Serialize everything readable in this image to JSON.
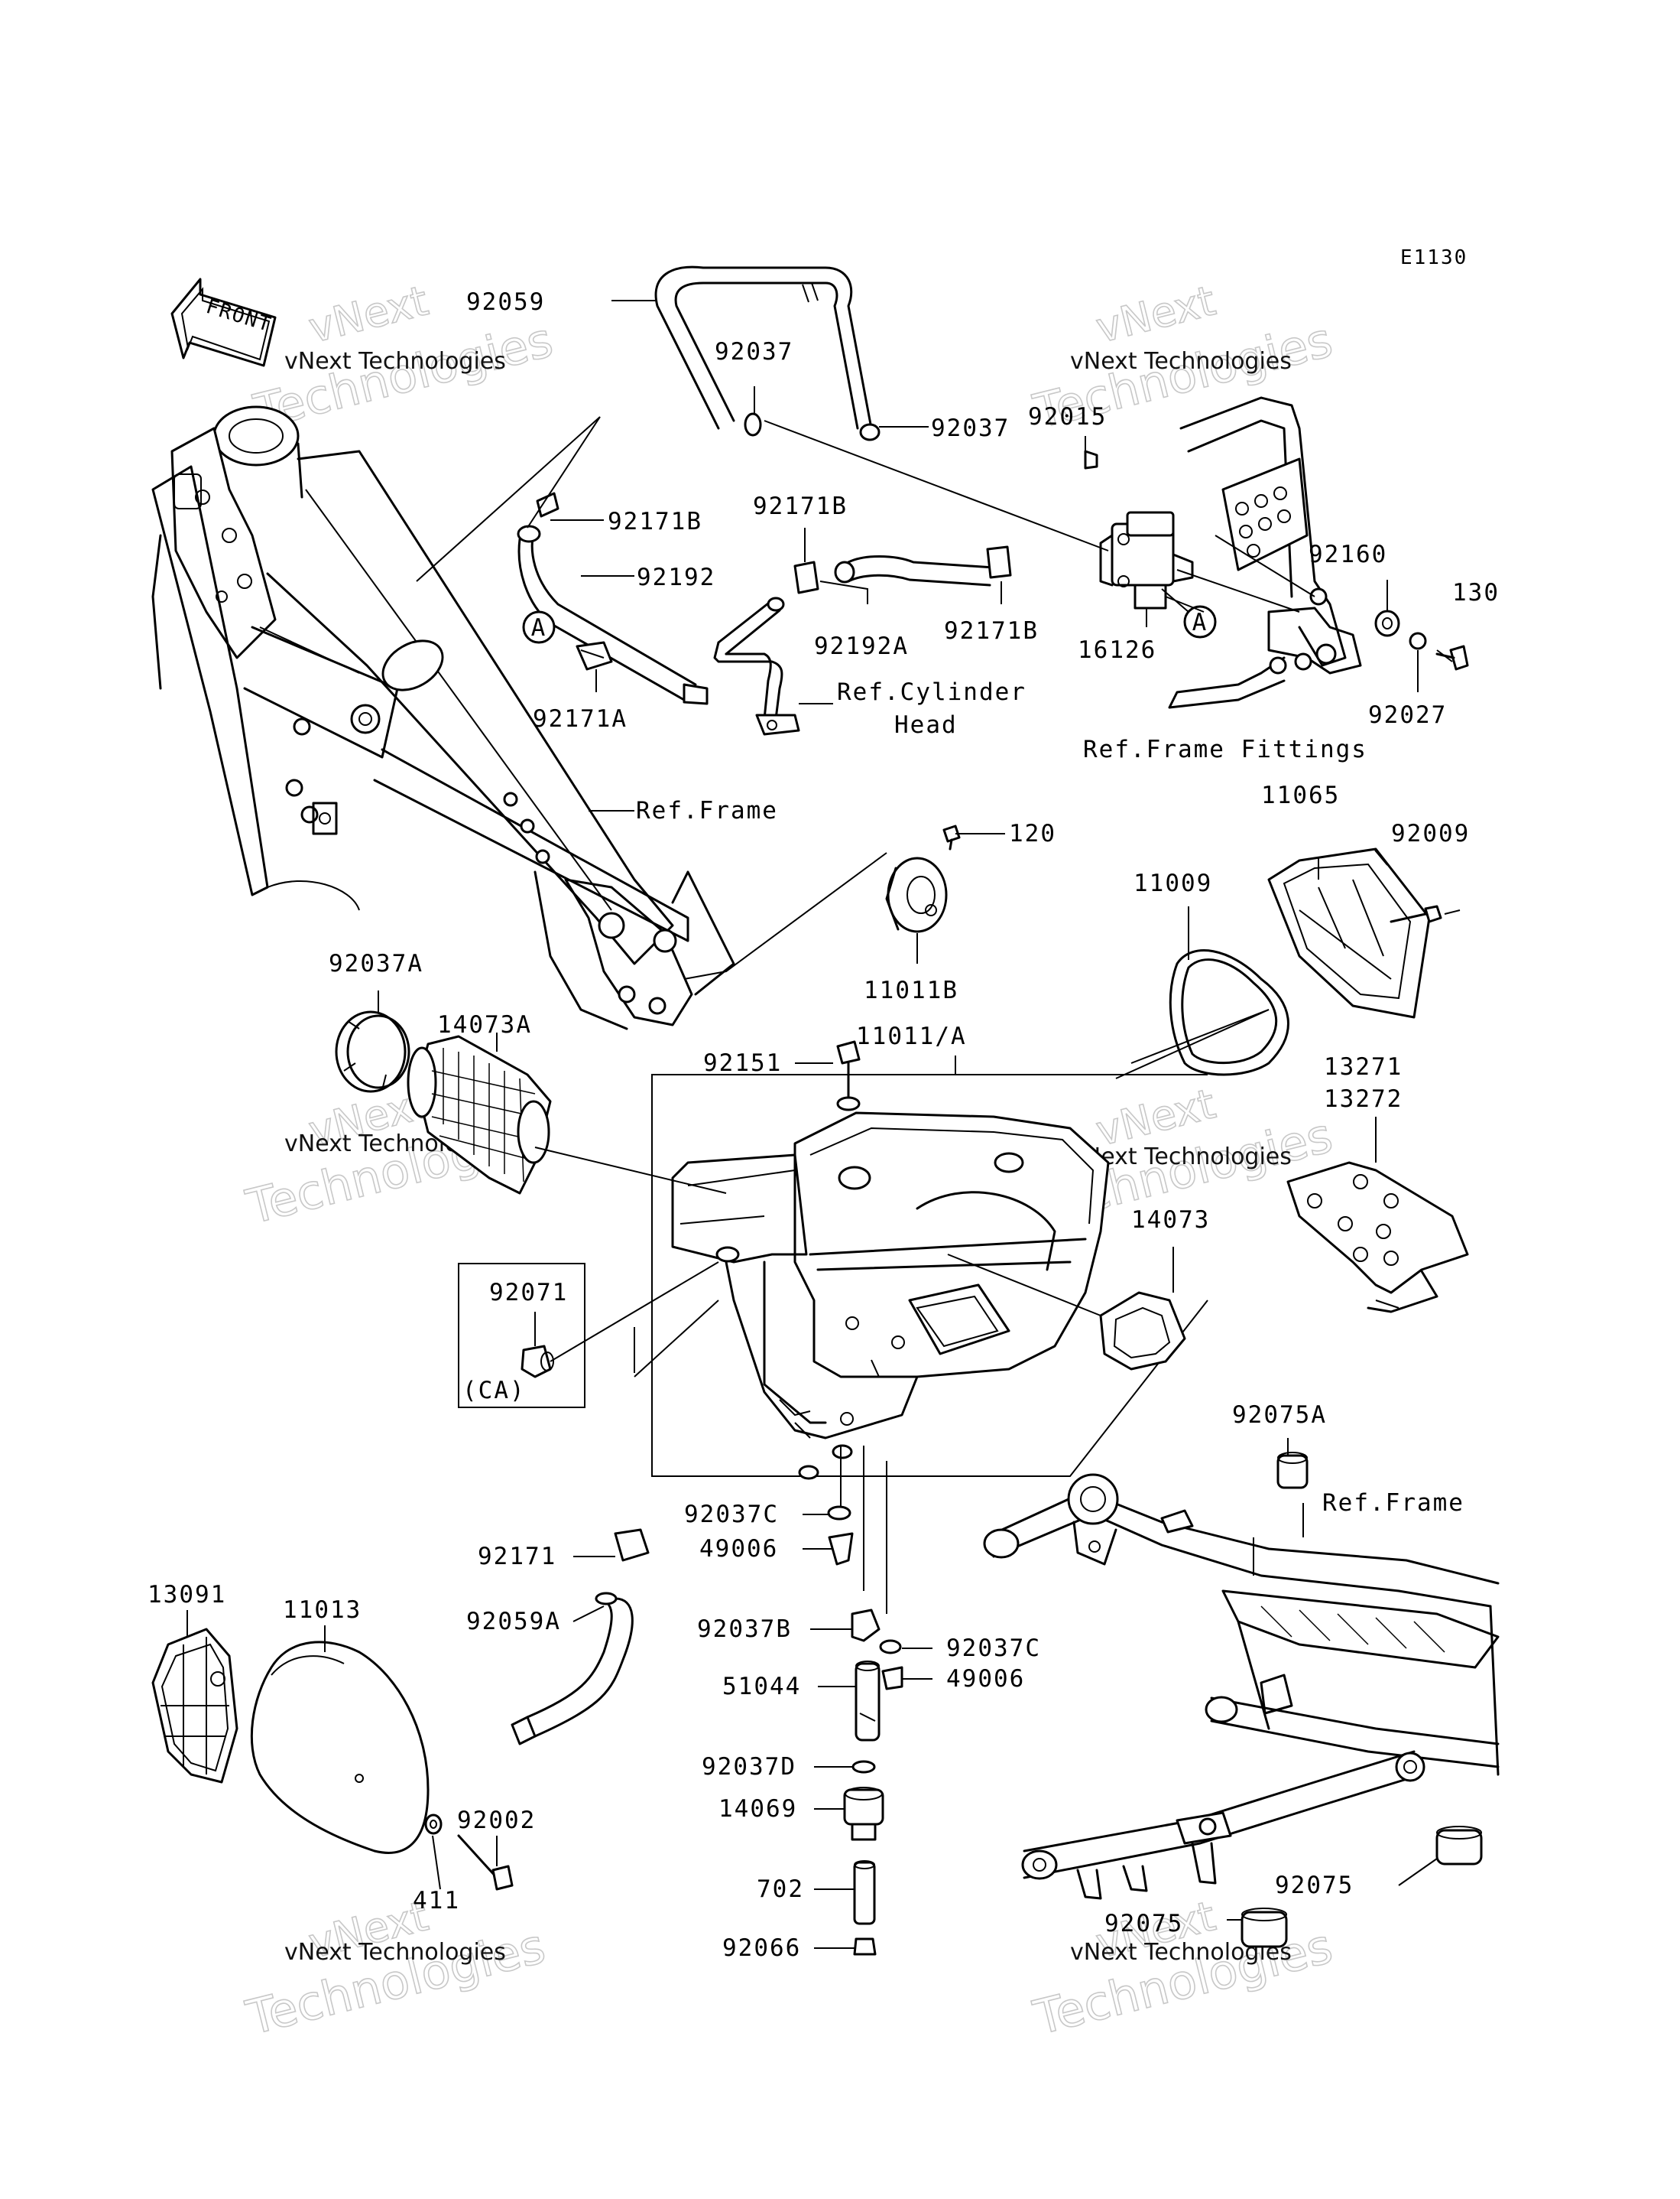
{
  "diagram_code": "E1130",
  "front_arrow_label": "FRONT",
  "watermark": {
    "line1": "vNext Technologies",
    "line2": "vNext",
    "line3": "Technologies"
  },
  "callout_letter": "A",
  "group_code": "(CA)",
  "parts": {
    "p92059": "92059",
    "p92037_top": "92037",
    "p92037_right": "92037",
    "p92015": "92015",
    "p92171B_left": "92171B",
    "p92192": "92192",
    "p92171B_mid": "92171B",
    "p92192A": "92192A",
    "p92171B_right": "92171B",
    "p16126": "16126",
    "p92160": "92160",
    "p130": "130",
    "p92027": "92027",
    "p92171A": "92171A",
    "ref_cylinder_head_1": "Ref.Cylinder",
    "ref_cylinder_head_2": "Head",
    "ref_frame_fittings": "Ref.Frame Fittings",
    "ref_frame_top": "Ref.Frame",
    "p120": "120",
    "p11065": "11065",
    "p92009": "92009",
    "p11009": "11009",
    "p11011B": "11011B",
    "p92037A": "92037A",
    "p14073A": "14073A",
    "p92151": "92151",
    "p11011A": "11011/A",
    "p13271": "13271",
    "p13272": "13272",
    "p14073": "14073",
    "p92071": "92071",
    "p92075A": "92075A",
    "ref_frame_bottom": "Ref.Frame",
    "p92037C_left": "92037C",
    "p49006_left": "49006",
    "p92171": "92171",
    "p92059A": "92059A",
    "p92037B": "92037B",
    "p92037C_right": "92037C",
    "p49006_right": "49006",
    "p51044": "51044",
    "p92037D": "92037D",
    "p14069": "14069",
    "p702": "702",
    "p92066": "92066",
    "p13091": "13091",
    "p11013": "11013",
    "p92002": "92002",
    "p411": "411",
    "p92075_right": "92075",
    "p92075_bottom": "92075"
  }
}
